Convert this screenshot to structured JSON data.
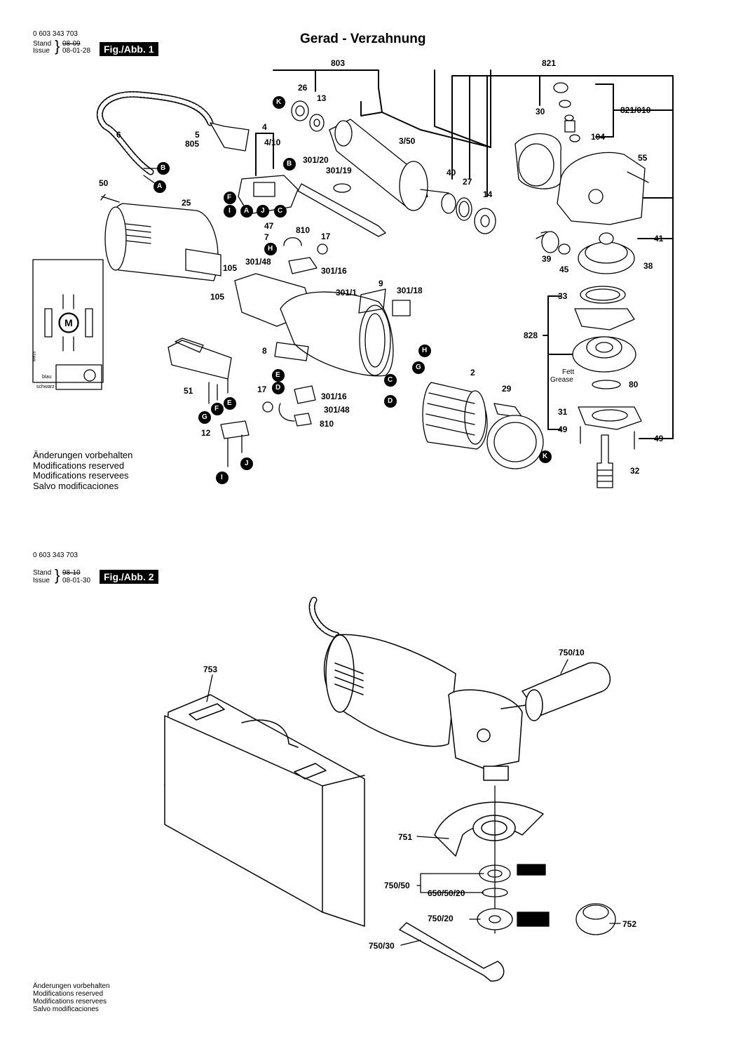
{
  "fig1": {
    "code": "0 603 343 703",
    "stand_label": "Stand",
    "issue_label": "Issue",
    "stand_date": "08-09",
    "issue_date": "08-01-28",
    "badge": "Fig./Abb. 1",
    "title": "Gerad - Verzahnung",
    "labels": {
      "l803": "803",
      "l821": "821",
      "l26": "26",
      "l13": "13",
      "l30": "30",
      "l821_010": "821/010",
      "l104": "104",
      "l6": "6",
      "l5": "5",
      "l805": "805",
      "l4": "4",
      "l4_10": "4/10",
      "l301_20": "301/20",
      "l301_19": "301/19",
      "l3_50": "3/50",
      "l40": "40",
      "l27": "27",
      "l14": "14",
      "l55": "55",
      "l50": "50",
      "l25": "25",
      "l47": "47",
      "l7": "7",
      "l810a": "810",
      "l17a": "17",
      "l301_48a": "301/48",
      "l301_16a": "301/16",
      "l105a": "105",
      "l105b": "105",
      "l9": "9",
      "l301_1": "301/1",
      "l301_18": "301/18",
      "l41": "41",
      "l39": "39",
      "l45": "45",
      "l38": "38",
      "l33": "33",
      "l828": "828",
      "l8": "8",
      "l2": "2",
      "l51": "51",
      "l301_16b": "301/16",
      "l17b": "17",
      "l301_48b": "301/48",
      "l810b": "810",
      "l29": "29",
      "l80": "80",
      "l31": "31",
      "l49a": "49",
      "l49b": "49",
      "l12": "12",
      "l32": "32",
      "fett": "Fett",
      "grease": "Grease",
      "weiss": "weiss",
      "blau": "blau",
      "schwarz": "schwarz",
      "m": "M"
    },
    "markers": {
      "K1": "K",
      "B1": "B",
      "A1": "A",
      "B2": "B",
      "F1": "F",
      "I1": "I",
      "A2": "A",
      "J1": "J",
      "C1": "C",
      "H1": "H",
      "H2": "H",
      "G1": "G",
      "C2": "C",
      "D1": "D",
      "E1": "E",
      "D2": "D",
      "G2": "G",
      "F2": "F",
      "E2": "E",
      "J2": "J",
      "I2": "I",
      "K2": "K"
    },
    "notes": [
      "Änderungen vorbehalten",
      "Modifications reserved",
      "Modifications reservees",
      "Salvo modificaciones"
    ]
  },
  "fig2": {
    "code": "0 603 343 703",
    "stand_label": "Stand",
    "issue_label": "Issue",
    "stand_date": "98-10",
    "issue_date": "08-01-30",
    "badge": "Fig./Abb. 2",
    "labels": {
      "l753": "753",
      "l750_10": "750/10",
      "l751": "751",
      "l750_50": "750/50",
      "l650_50_20": "650/50/20",
      "l750_20": "750/20",
      "l752": "752",
      "l750_30": "750/30"
    },
    "notes": [
      "Änderungen vorbehalten",
      "Modifications reserved",
      "Modifications reservees",
      "Salvo modificaciones"
    ]
  }
}
